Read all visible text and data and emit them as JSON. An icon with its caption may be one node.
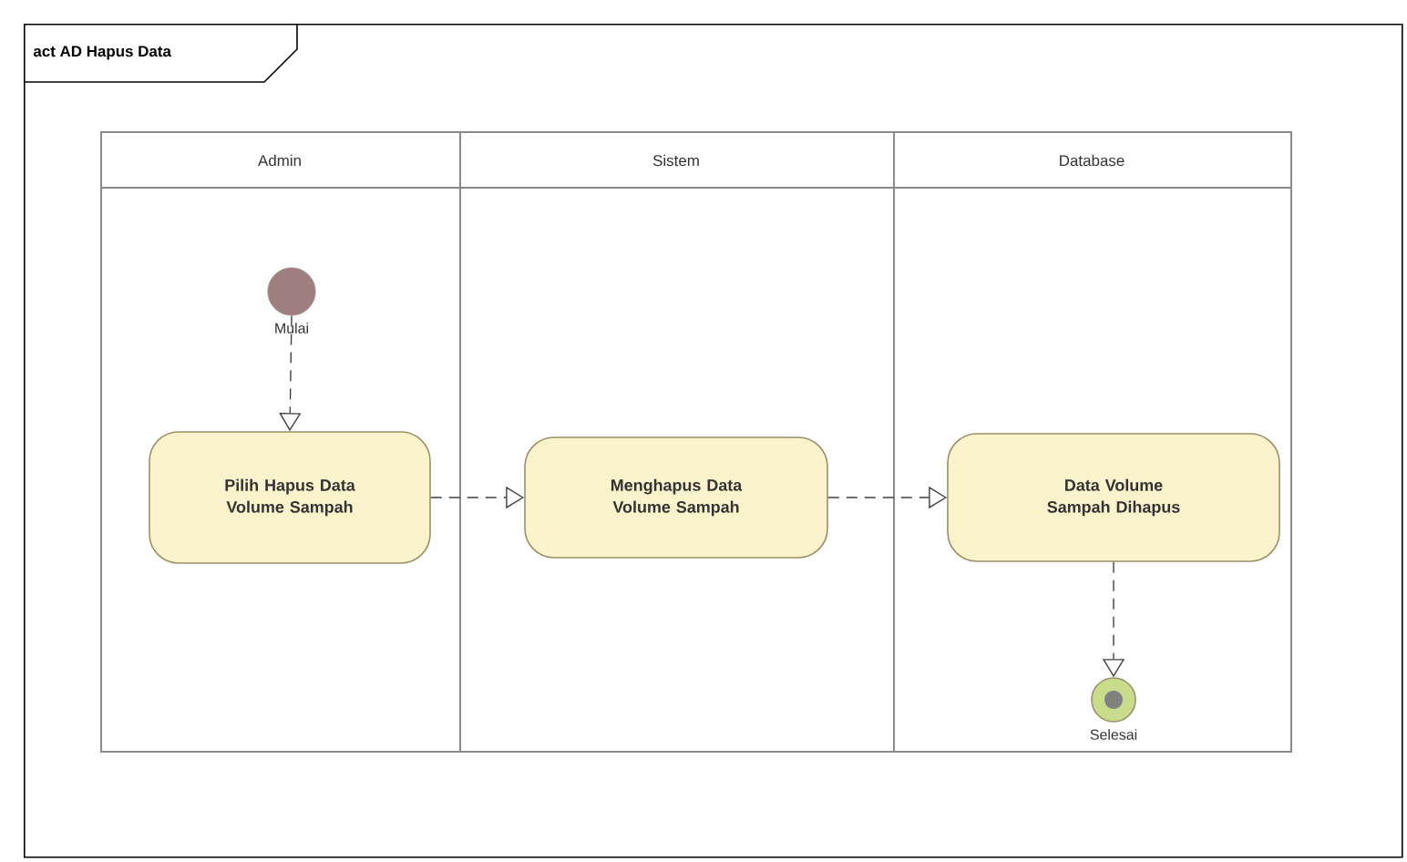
{
  "diagram": {
    "nodes": [
      {
        "text": [
          "act AD Hapus Data"
        ]
      },
      {
        "text": [
          "Admin"
        ],
        "in": 0
      },
      {
        "text": [
          "Sistem"
        ],
        "in": 0
      },
      {
        "text": [
          "Database"
        ],
        "in": 0
      },
      {
        "text": [],
        "shape": "circle",
        "in": 1,
        "beside": [
          "Mulai"
        ]
      },
      {
        "text": [
          "Pilih Hapus Data Volume Sampah"
        ],
        "in": 1
      },
      {
        "text": [
          "Menghapus Data Volume Sampah"
        ],
        "in": 2
      },
      {
        "text": [
          "Data Volume Sampah Dihapus"
        ],
        "in": 3
      },
      {
        "text": [],
        "shape": "circle",
        "in": 3,
        "beside": [
          "Selesai"
        ]
      }
    ],
    "edges": [
      {
        "from": 4,
        "to": 5,
        "arrow": "to",
        "style": "dashed"
      },
      {
        "from": 5,
        "to": 6,
        "arrow": "to",
        "style": "dashed"
      },
      {
        "from": 6,
        "to": 7,
        "arrow": "to",
        "style": "dashed"
      },
      {
        "from": 7,
        "to": 8,
        "arrow": "to",
        "style": "dashed"
      }
    ]
  }
}
